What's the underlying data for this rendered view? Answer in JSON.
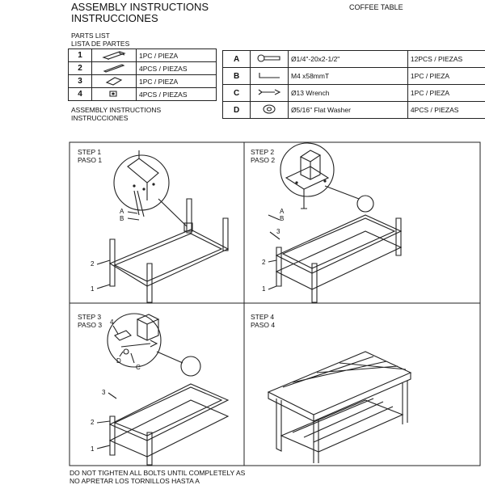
{
  "header": {
    "title_en": "ASSEMBLY INSTRUCTIONS",
    "title_es": "INSTRUCCIONES",
    "product": "COFFEE TABLE"
  },
  "parts": {
    "title_en": "PARTS LIST",
    "title_es": "LISTA DE PARTES",
    "items": [
      {
        "num": "1",
        "qty": "1PC / PIEZA",
        "icon": "top-board-icon"
      },
      {
        "num": "2",
        "qty": "4PCS / PIEZAS",
        "icon": "leg-icon"
      },
      {
        "num": "3",
        "qty": "1PC / PIEZA",
        "icon": "shelf-icon"
      },
      {
        "num": "4",
        "qty": "4PCS / PIEZAS",
        "icon": "bracket-icon"
      }
    ]
  },
  "hardware": {
    "items": [
      {
        "letter": "A",
        "desc": "Ø1/4\"-20x2-1/2\"",
        "qty": "12PCS / PIEZAS",
        "icon": "bolt-icon"
      },
      {
        "letter": "B",
        "desc": "M4 x58mmT",
        "qty": "1PC / PIEZA",
        "icon": "allen-key-icon"
      },
      {
        "letter": "C",
        "desc": "Ø13  Wrench",
        "qty": "1PC / PIEZA",
        "icon": "wrench-icon"
      },
      {
        "letter": "D",
        "desc": "Ø5/16\" Flat Washer",
        "qty": "4PCS / PIEZAS",
        "icon": "washer-icon"
      }
    ]
  },
  "assembly": {
    "title_en": "ASSEMBLY INSTRUCTIONS",
    "title_es": "INSTRUCCIONES"
  },
  "steps": [
    {
      "en": "STEP 1",
      "es": "PASO 1",
      "labels": [
        "A",
        "B",
        "2",
        "1"
      ]
    },
    {
      "en": "STEP 2",
      "es": "PASO 2",
      "labels": [
        "A",
        "B",
        "3",
        "2",
        "1"
      ]
    },
    {
      "en": "STEP 3",
      "es": "PASO 3",
      "labels": [
        "4",
        "D",
        "C",
        "3",
        "2",
        "1"
      ]
    },
    {
      "en": "STEP 4",
      "es": "PASO 4",
      "labels": []
    }
  ],
  "footer": {
    "line1": "DO NOT TIGHTEN ALL BOLTS UNTIL COMPLETELY AS",
    "line2": "NO APRETAR LOS TORNILLOS HASTA A"
  }
}
